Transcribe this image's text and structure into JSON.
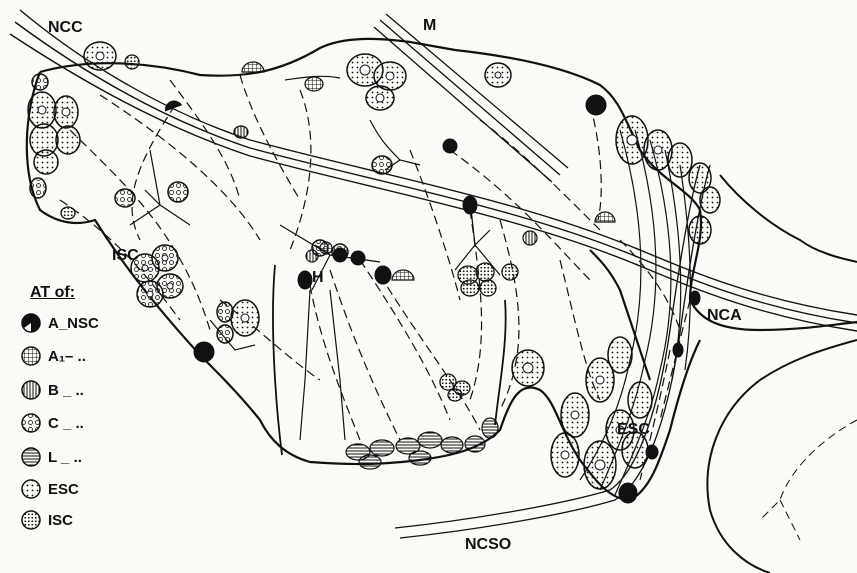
{
  "labels": {
    "ncc": "NCC",
    "m": "M",
    "isc": "ISC",
    "h": "H",
    "nca": "NCA",
    "esc": "ESC",
    "ncso": "NCSO"
  },
  "legend": {
    "title": "AT of:",
    "items": [
      {
        "key": "a-nsc",
        "text": "A_NSC",
        "pattern": "black-half"
      },
      {
        "key": "a1",
        "text": "A₁– ..",
        "pattern": "grid"
      },
      {
        "key": "b",
        "text": "B _ ..",
        "pattern": "vertical"
      },
      {
        "key": "c",
        "text": "C _ ..",
        "pattern": "circles"
      },
      {
        "key": "l",
        "text": "L _ ..",
        "pattern": "horizontal"
      },
      {
        "key": "esc",
        "text": "ESC",
        "pattern": "dots"
      },
      {
        "key": "isc",
        "text": "ISC",
        "pattern": "dots-dense"
      }
    ]
  },
  "colors": {
    "ink": "#111111",
    "paper": "#fbfaf6"
  }
}
